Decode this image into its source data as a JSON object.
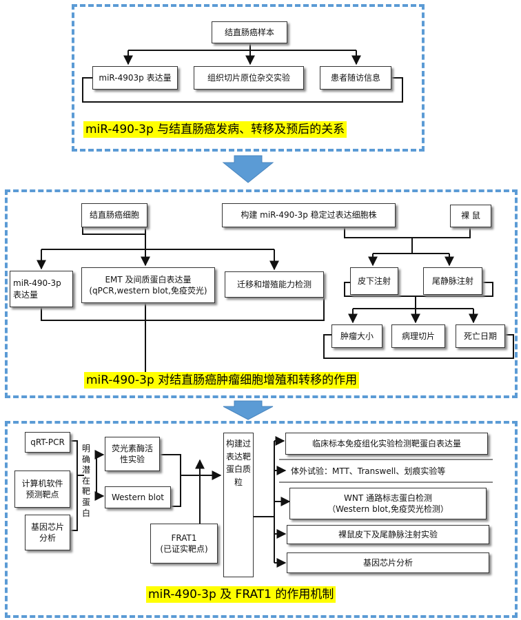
{
  "section1": {
    "top": "结直肠癌样本",
    "items": [
      "miR-4903p 表达量",
      "组织切片原位杂交实验",
      "患者随访信息"
    ],
    "banner": "miR-490-3p 与结直肠癌发病、转移及预后的关系"
  },
  "section2": {
    "cells": "结直肠癌细胞",
    "construct": "构建 miR-490-3p 稳定过表达细胞株",
    "mice": "裸 鼠",
    "expr": "miR-490-3p 表达量",
    "emt_line1": "EMT 及间质蛋白表达量",
    "emt_line2": "(qPCR,western blot,免疫荧光)",
    "migration": "迁移和增殖能力检测",
    "subcut": "皮下注射",
    "tail": "尾静脉注射",
    "tumor": "肿瘤大小",
    "pathology": "病理切片",
    "death": "死亡日期",
    "banner": "miR-490-3p 对结直肠癌肿瘤细胞增殖和转移的作用"
  },
  "section3": {
    "qrt": "qRT-PCR",
    "software": "计算机软件预测靶点",
    "chip": "基因芯片分析",
    "verify": "明确潜在靶蛋白",
    "luciferase": "荧光素酶活性实验",
    "western": "Western blot",
    "frat1_line1": "FRAT1",
    "frat1_line2": "(已证实靶点)",
    "build": "构建过表达靶蛋白质粒",
    "r1": "临床标本免疫组化实验检测靶蛋白表达量",
    "r2": "体外试验：MTT、Transwell、划痕实验等",
    "r3_line1": "WNT 通路标志蛋白检测",
    "r3_line2": "（Western blot,免疫荧光检测）",
    "r4": "裸鼠皮下及尾静脉注射实验",
    "r5": "基因芯片分析",
    "banner": "miR-490-3p 及 FRAT1 的作用机制"
  },
  "colors": {
    "panel_border": "#5b9bd5",
    "arrow_fill": "#5b9bd5",
    "highlight": "#ffff00"
  }
}
